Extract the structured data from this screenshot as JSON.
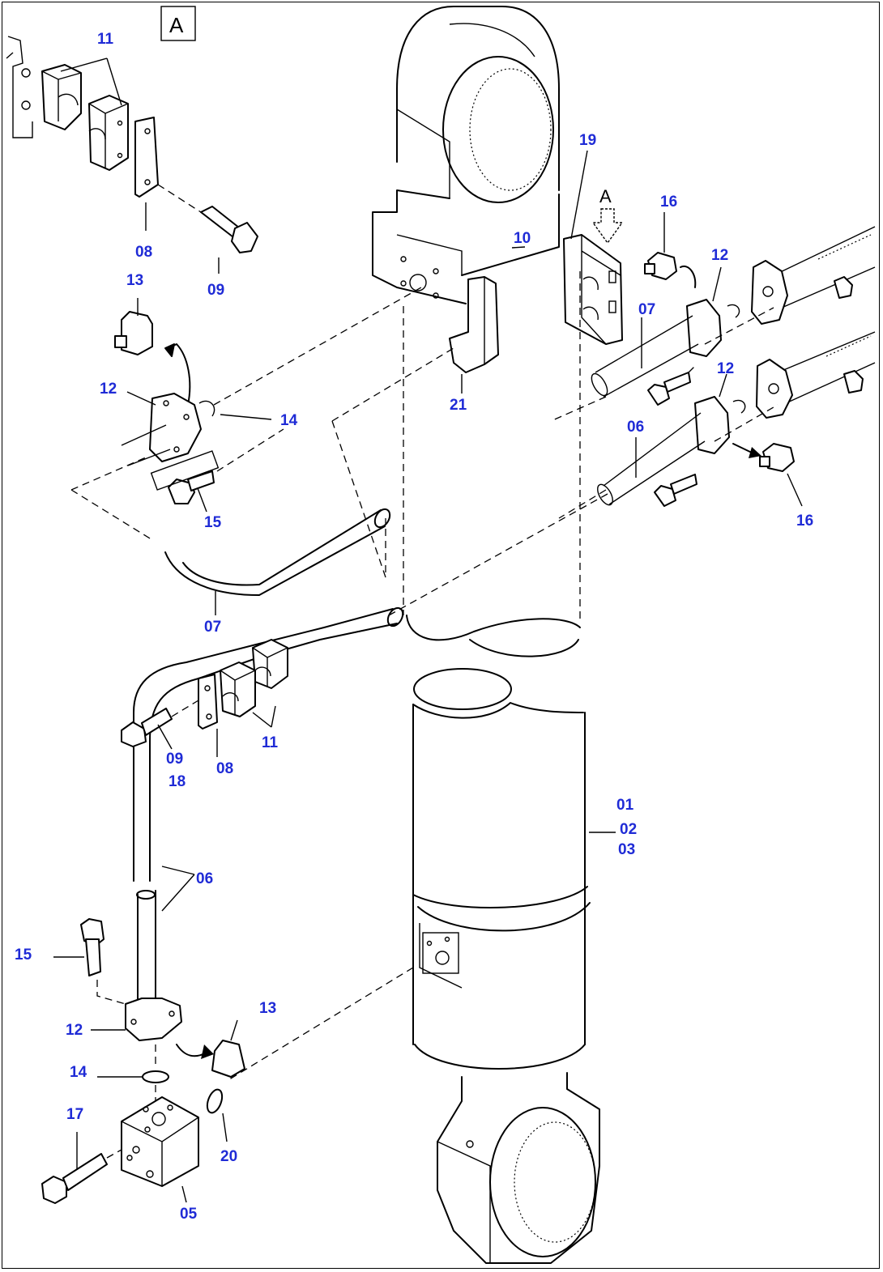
{
  "view_marker": "A",
  "view_arrow_label": "A",
  "callouts": [
    {
      "id": "c11a",
      "text": "11"
    },
    {
      "id": "c08a",
      "text": "08"
    },
    {
      "id": "c09a",
      "text": "09"
    },
    {
      "id": "c13a",
      "text": "13"
    },
    {
      "id": "c12a",
      "text": "12"
    },
    {
      "id": "c14a",
      "text": "14"
    },
    {
      "id": "c15a",
      "text": "15"
    },
    {
      "id": "c07a",
      "text": "07"
    },
    {
      "id": "c21",
      "text": "21"
    },
    {
      "id": "c10",
      "text": "10"
    },
    {
      "id": "c19",
      "text": "19"
    },
    {
      "id": "c16a",
      "text": "16"
    },
    {
      "id": "c12b",
      "text": "12"
    },
    {
      "id": "c07b",
      "text": "07"
    },
    {
      "id": "c12c",
      "text": "12"
    },
    {
      "id": "c06a",
      "text": "06"
    },
    {
      "id": "c16b",
      "text": "16"
    },
    {
      "id": "c09b",
      "text": "09"
    },
    {
      "id": "c18",
      "text": "18"
    },
    {
      "id": "c08b",
      "text": "08"
    },
    {
      "id": "c11b",
      "text": "11"
    },
    {
      "id": "c01",
      "text": "01"
    },
    {
      "id": "c02",
      "text": "02"
    },
    {
      "id": "c03",
      "text": "03"
    },
    {
      "id": "c06b",
      "text": "06"
    },
    {
      "id": "c15b",
      "text": "15"
    },
    {
      "id": "c12d",
      "text": "12"
    },
    {
      "id": "c13b",
      "text": "13"
    },
    {
      "id": "c14b",
      "text": "14"
    },
    {
      "id": "c17",
      "text": "17"
    },
    {
      "id": "c20",
      "text": "20"
    },
    {
      "id": "c05",
      "text": "05"
    }
  ]
}
